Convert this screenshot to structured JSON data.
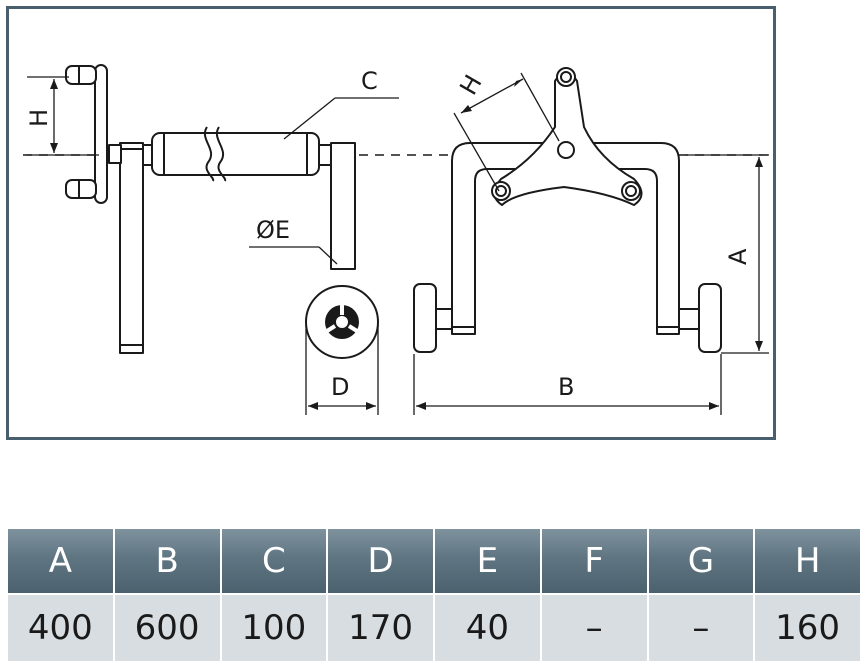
{
  "diagram": {
    "labels": {
      "A": "A",
      "B": "B",
      "C": "C",
      "D": "D",
      "E": "ØE",
      "H_left": "H",
      "H_right": "H"
    }
  },
  "table": {
    "headers": [
      "A",
      "B",
      "C",
      "D",
      "E",
      "F",
      "G",
      "H"
    ],
    "values": [
      "400",
      "600",
      "100",
      "170",
      "40",
      "–",
      "–",
      "160"
    ]
  },
  "colors": {
    "frame": "#4a5f6e",
    "header": "#5f7582",
    "cell": "#d7dde1",
    "line": "#1a1a1a"
  }
}
